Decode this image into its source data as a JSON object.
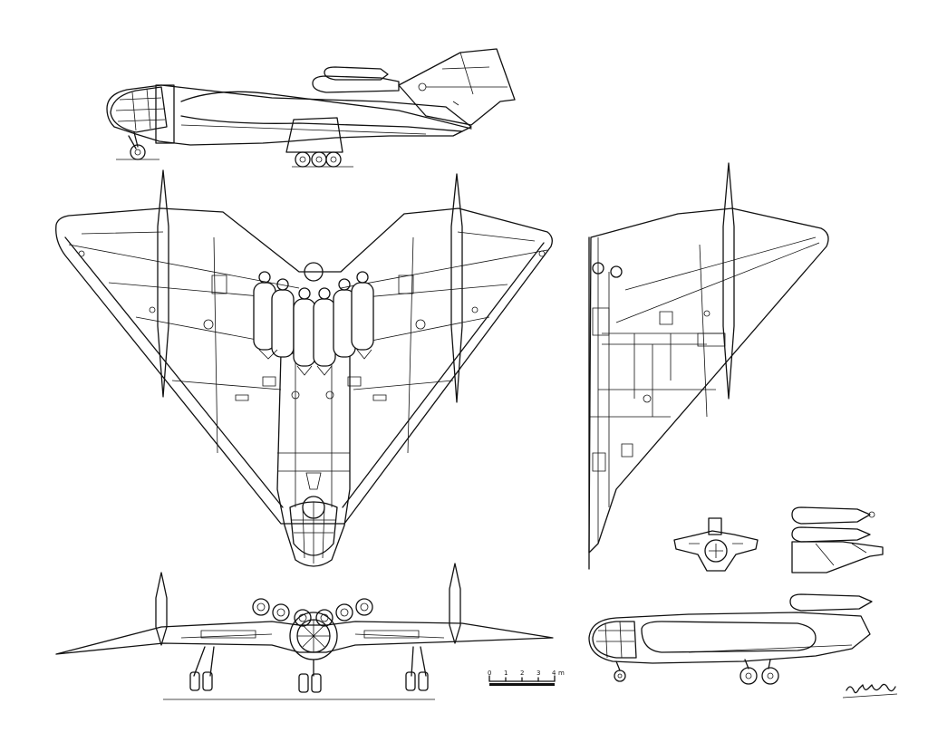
{
  "figure": {
    "views": [
      "side-view",
      "top-view",
      "bottom-half-view",
      "front-view",
      "nose-detail",
      "engine-pod-detail",
      "alternate-side-view"
    ]
  },
  "scale_bar": {
    "ticks": [
      "0",
      "1",
      "2",
      "3",
      "4"
    ],
    "unit": "m"
  },
  "signature": {
    "text": "Heinz Nowarra"
  },
  "colors": {
    "ink": "#111111",
    "paper": "#ffffff"
  }
}
